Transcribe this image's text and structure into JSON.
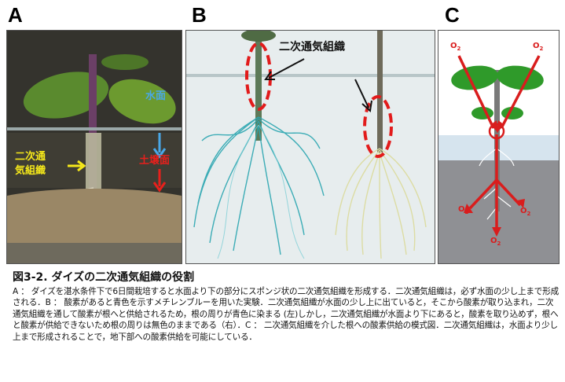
{
  "panels": {
    "a": {
      "letter": "A",
      "labels": {
        "water_surface": "水面",
        "aerenchyma": "二次通\n気組織",
        "soil_surface": "土壌面"
      },
      "colors": {
        "water_label": "#49a8e8",
        "aerenchyma_label": "#f5e81a",
        "soil_label": "#e8201c"
      }
    },
    "b": {
      "letter": "B",
      "labels": {
        "aerenchyma": "二次通気組織"
      },
      "colors": {
        "stained_roots": "#2aa6b0",
        "unstained_roots": "#e3e4a8",
        "marker": "#e21b1b"
      }
    },
    "c": {
      "letter": "C",
      "labels": {
        "oxygen": "O"
      },
      "colors": {
        "leaf": "#2f9a2a",
        "arrow": "#d91d1d",
        "water": "#d6e4ee",
        "soil": "#8f9094"
      }
    }
  },
  "caption": {
    "title": "図3-2. ダイズの二次通気組織の役割",
    "body": "A ： ダイズを湛水条件下で6日間栽培すると水面より下の部分にスポンジ状の二次通気組織を形成する．二次通気組織は，必ず水面の少し上まで形成される．B ： 酸素があると青色を示すメチレンブルーを用いた実験．二次通気組織が水面の少し上に出ていると，そこから酸素が取り込まれ，二次通気組織を通して酸素が根へと供給されるため，根の周りが青色に染まる (左)しかし，二次通気組織が水面より下にあると，酸素を取り込めず，根へと酸素が供給できないため根の周りは無色のままである（右）．C ： 二次通気組織を介した根への酸素供給の模式図．二次通気組織は，水面より少し上まで形成されることで，地下部への酸素供給を可能にしている．"
  }
}
